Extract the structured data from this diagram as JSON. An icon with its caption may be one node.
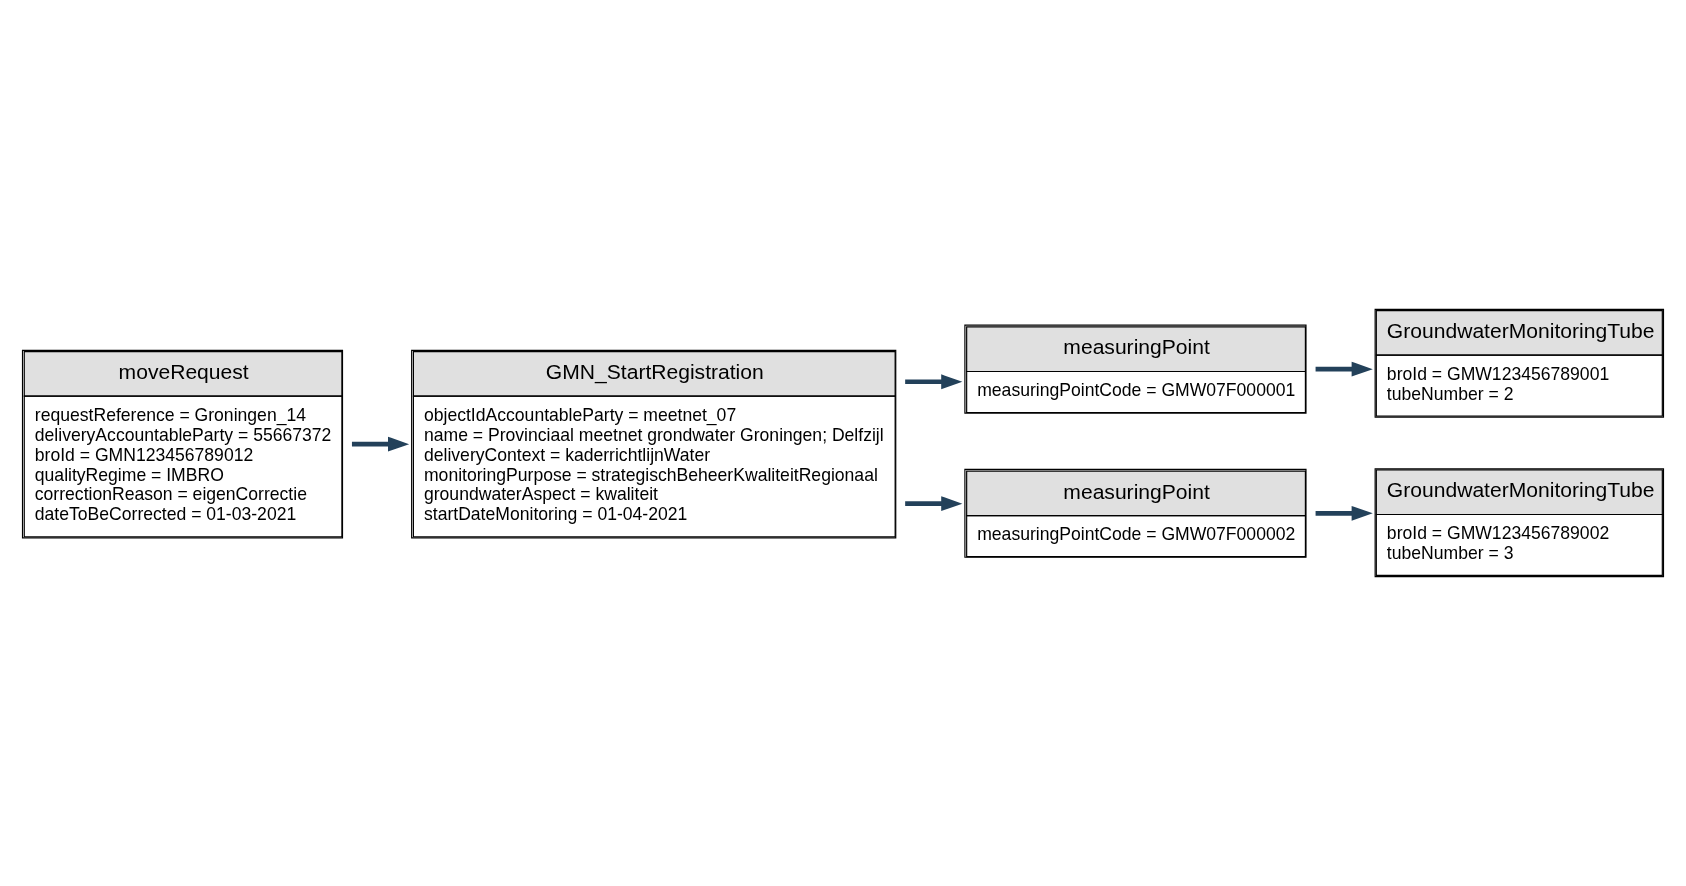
{
  "diagram": {
    "nodes": [
      {
        "text": [
          "moveRequest",
          "requestReference = Groningen_14",
          "deliveryAccountableParty = 55667372",
          "broId = GMN123456789012",
          "qualityRegime = IMBRO",
          "correctionReason = eigenCorrectie",
          "dateToBeCorrected = 01-03-2021"
        ]
      },
      {
        "text": [
          "GMN_StartRegistration",
          "objectIdAccountableParty = meetnet_07",
          "name = Provinciaal meetnet grondwater Groningen; Delfzijl",
          "deliveryContext = kaderrichtlijnWater",
          "monitoringPurpose = strategischBeheerKwaliteitRegionaal",
          "groundwaterAspect = kwaliteit",
          "startDateMonitoring = 01-04-2021"
        ]
      },
      {
        "text": [
          "measuringPoint",
          "measuringPointCode = GMW07F000001"
        ]
      },
      {
        "text": [
          "GroundwaterMonitoringTube",
          "broId = GMW123456789001",
          "tubeNumber = 2"
        ]
      },
      {
        "text": [
          "measuringPoint",
          "measuringPointCode = GMW07F000002"
        ]
      },
      {
        "text": [
          "GroundwaterMonitoringTube",
          "broId = GMW123456789002",
          "tubeNumber = 3"
        ]
      }
    ],
    "edges": [
      {
        "from": 0,
        "to": 1,
        "arrow": "to"
      },
      {
        "from": 1,
        "to": 2,
        "arrow": "to"
      },
      {
        "from": 2,
        "to": 3,
        "arrow": "to"
      },
      {
        "from": 1,
        "to": 4,
        "arrow": "to"
      },
      {
        "from": 4,
        "to": 5,
        "arrow": "to"
      }
    ]
  }
}
